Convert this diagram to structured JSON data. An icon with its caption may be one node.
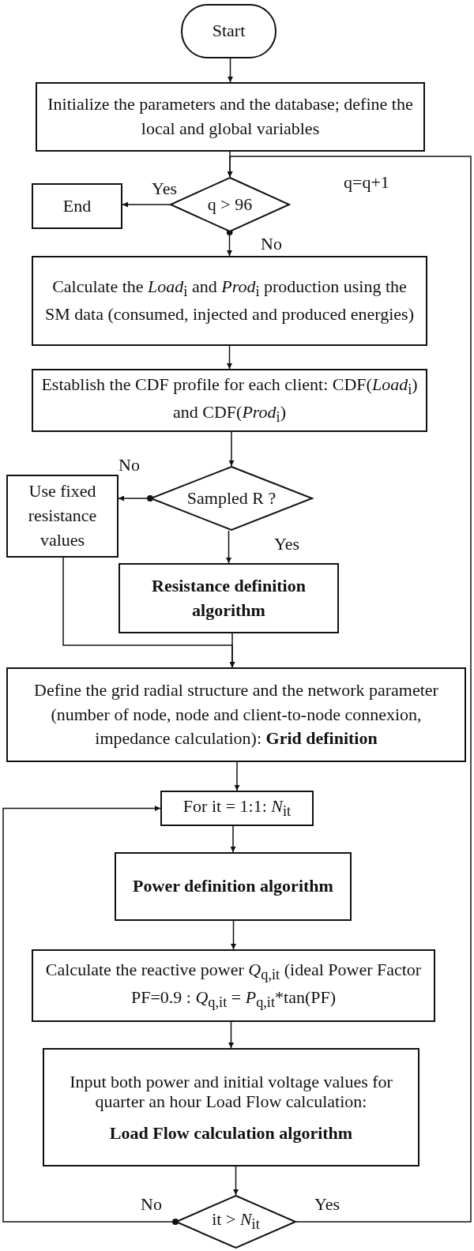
{
  "diagram": {
    "nodes": [
      {
        "text": [
          "Start"
        ]
      },
      {
        "text": [
          "Initialize the parameters and the database; define the local and global variables"
        ]
      },
      {
        "text": [
          "q > 96"
        ]
      },
      {
        "text": [
          "End"
        ]
      },
      {
        "text": [
          "Calculate the *Load*$_{i}$ and *Prod*$_{i}$ production using the SM data (consumed, injected and produced energies)"
        ]
      },
      {
        "text": [
          "Establish the CDF profile for each client: CDF(*Load*$_{i}$) and CDF(*Prod*$_{i}$)"
        ]
      },
      {
        "text": [
          "Sampled R ?"
        ]
      },
      {
        "text": [
          "Use fixed resistance values"
        ]
      },
      {
        "text": [
          "Resistance definition algorithm"
        ]
      },
      {
        "text": [
          "Define the grid radial structure and the network parameter (number of node, node and client-to-node connexion, impedance calculation): **Grid definition**"
        ]
      },
      {
        "text": [
          "For it = 1:1: *N*$_{it}$"
        ]
      },
      {
        "text": [
          "Power definition algorithm"
        ]
      },
      {
        "text": [
          "Calculate the reactive power *Q*$_{q,it}$ (ideal Power Factor PF=0.9 : *Q*$_{q,it}$ = *P*$_{q,it}$*tan(PF)"
        ]
      },
      {
        "text": [
          "Input both power and initial voltage values for quarter an hour Load Flow calculation:",
          "Load Flow calculation algorithm"
        ]
      },
      {
        "text": [
          "it > *N*$_{it}$"
        ]
      }
    ],
    "edges": [
      {
        "from": 0,
        "to": 1,
        "arrow": "to"
      },
      {
        "from": 1,
        "to": 2,
        "arrow": "to"
      },
      {
        "from": 2,
        "to": 3,
        "arrow": "to",
        "label": "Yes"
      },
      {
        "from": 2,
        "to": 4,
        "arrow": "to",
        "label": "No"
      },
      {
        "from": 4,
        "to": 5,
        "arrow": "to"
      },
      {
        "from": 5,
        "to": 6,
        "arrow": "to"
      },
      {
        "from": 6,
        "to": 7,
        "arrow": "to",
        "label": "No"
      },
      {
        "from": 6,
        "to": 8,
        "arrow": "to",
        "label": "Yes"
      },
      {
        "from": 7,
        "to": 9,
        "arrow": "to"
      },
      {
        "from": 8,
        "to": 9,
        "arrow": "to"
      },
      {
        "from": 9,
        "to": 10,
        "arrow": "to"
      },
      {
        "from": 10,
        "to": 11,
        "arrow": "to"
      },
      {
        "from": 11,
        "to": 12,
        "arrow": "to"
      },
      {
        "from": 12,
        "to": 13,
        "arrow": "to"
      },
      {
        "from": 13,
        "to": 14,
        "arrow": "to"
      },
      {
        "from": 14,
        "to": 10,
        "arrow": "to",
        "label": "No"
      },
      {
        "from": 14,
        "to": 2,
        "arrow": "to",
        "label": "Yes"
      }
    ],
    "labels": [
      "q=q+1"
    ]
  }
}
